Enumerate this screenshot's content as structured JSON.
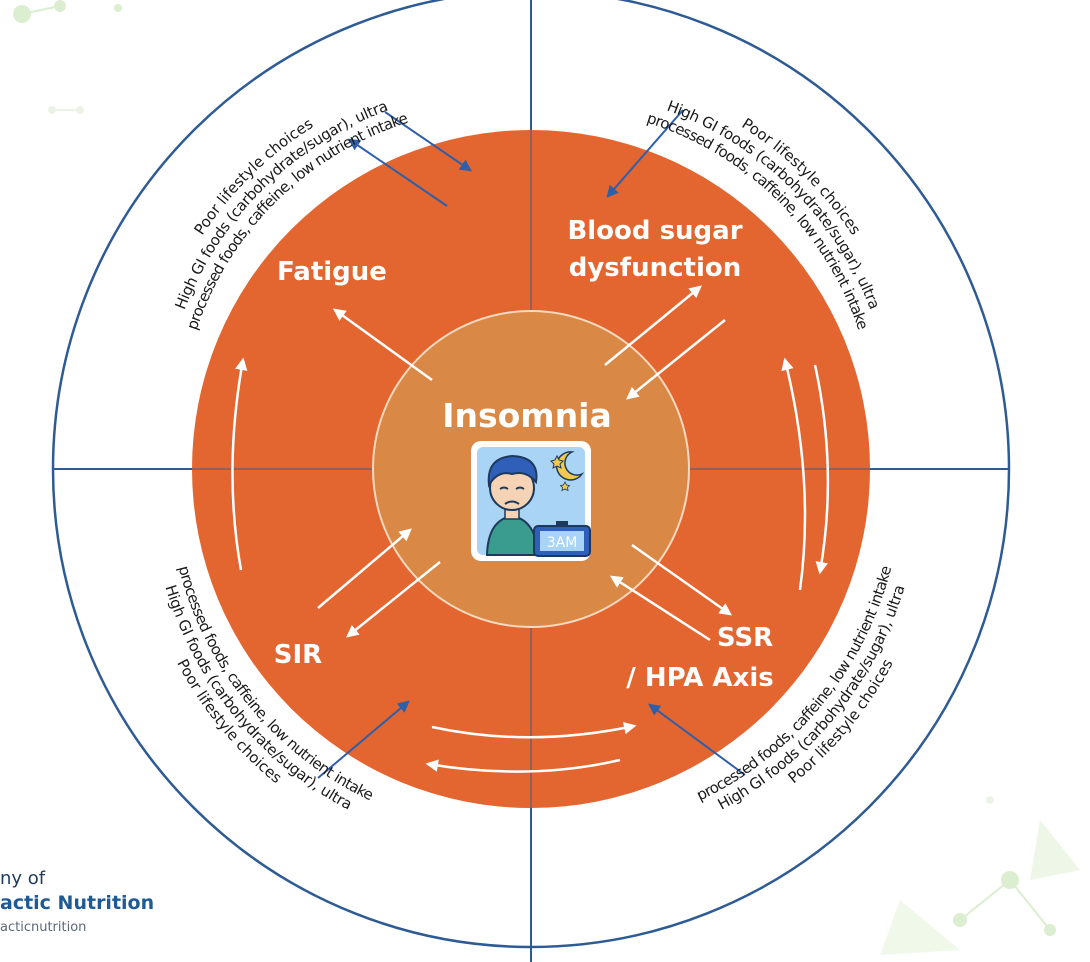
{
  "center": {
    "title": "Insomnia",
    "clock": "3AM"
  },
  "nodes": {
    "fatigue": "Fatigue",
    "blood_sugar_line1": "Blood sugar",
    "blood_sugar_line2": "dysfunction",
    "sir": "SIR",
    "ssr_line1": "SSR",
    "ssr_line2": "/ HPA Axis"
  },
  "quadrant_text": {
    "line1": "Poor lifestyle choices",
    "line2": "High GI foods (carbohydrate/sugar), ultra",
    "line3": "processed foods, caffeine, low nutrient intake"
  },
  "logo": {
    "line1": "ny of",
    "line2": "actic Nutrition",
    "line3": "acticnutrition"
  },
  "colors": {
    "outer_ring_fill": "#ffffff",
    "outer_ring_stroke": "#2e5b94",
    "orange_ring": "#e36530",
    "inner_circle": "#d98845",
    "arrow_blue": "#2e5fa8",
    "arrow_white": "#ffffff"
  }
}
